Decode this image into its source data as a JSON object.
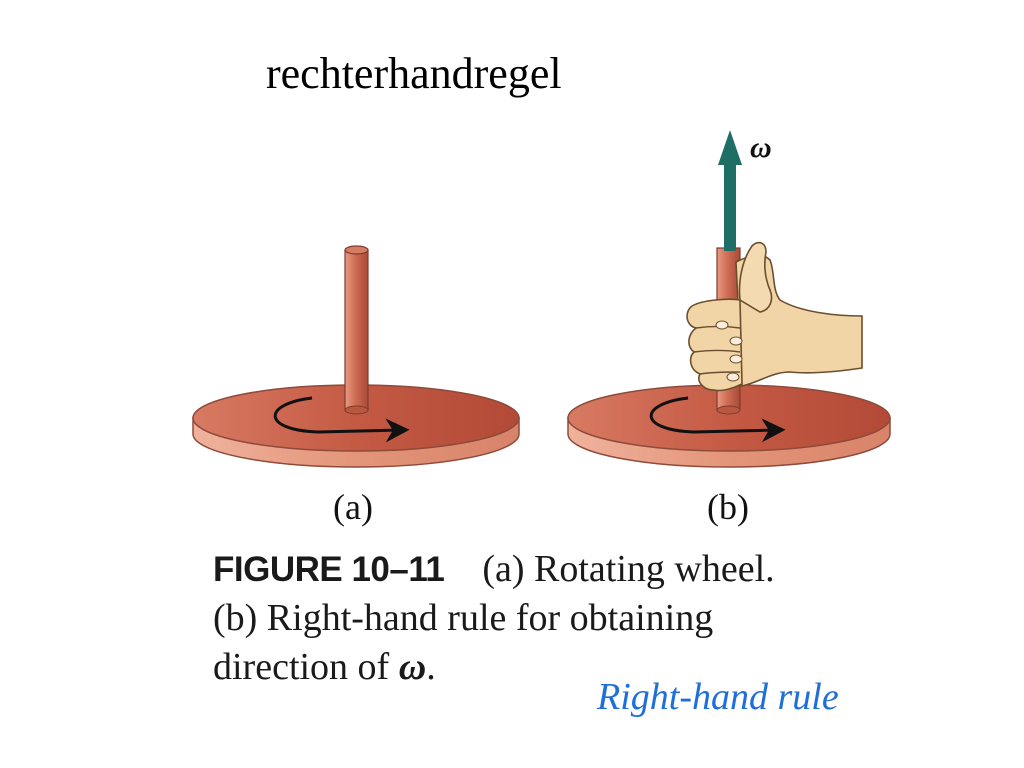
{
  "slide": {
    "title": "rechterhandregel",
    "note": "Right-hand rule"
  },
  "figure": {
    "omega_symbol": "ω",
    "panel_a_label": "(a)",
    "panel_b_label": "(b)",
    "caption": {
      "label": "FIGURE 10–11",
      "line1": "(a) Rotating wheel.",
      "line2": "(b) Right-hand rule for obtaining",
      "line3_text": "direction of ",
      "line3_symbol": "ω",
      "line3_end": "."
    }
  },
  "colors": {
    "wheel_top": "#cf6a52",
    "wheel_edge": "#e7a089",
    "axle": "#c8664f",
    "arrow_vector": "#1f6e66",
    "skin": "#f2d5a6",
    "accent_blue": "#1e6fd9"
  }
}
